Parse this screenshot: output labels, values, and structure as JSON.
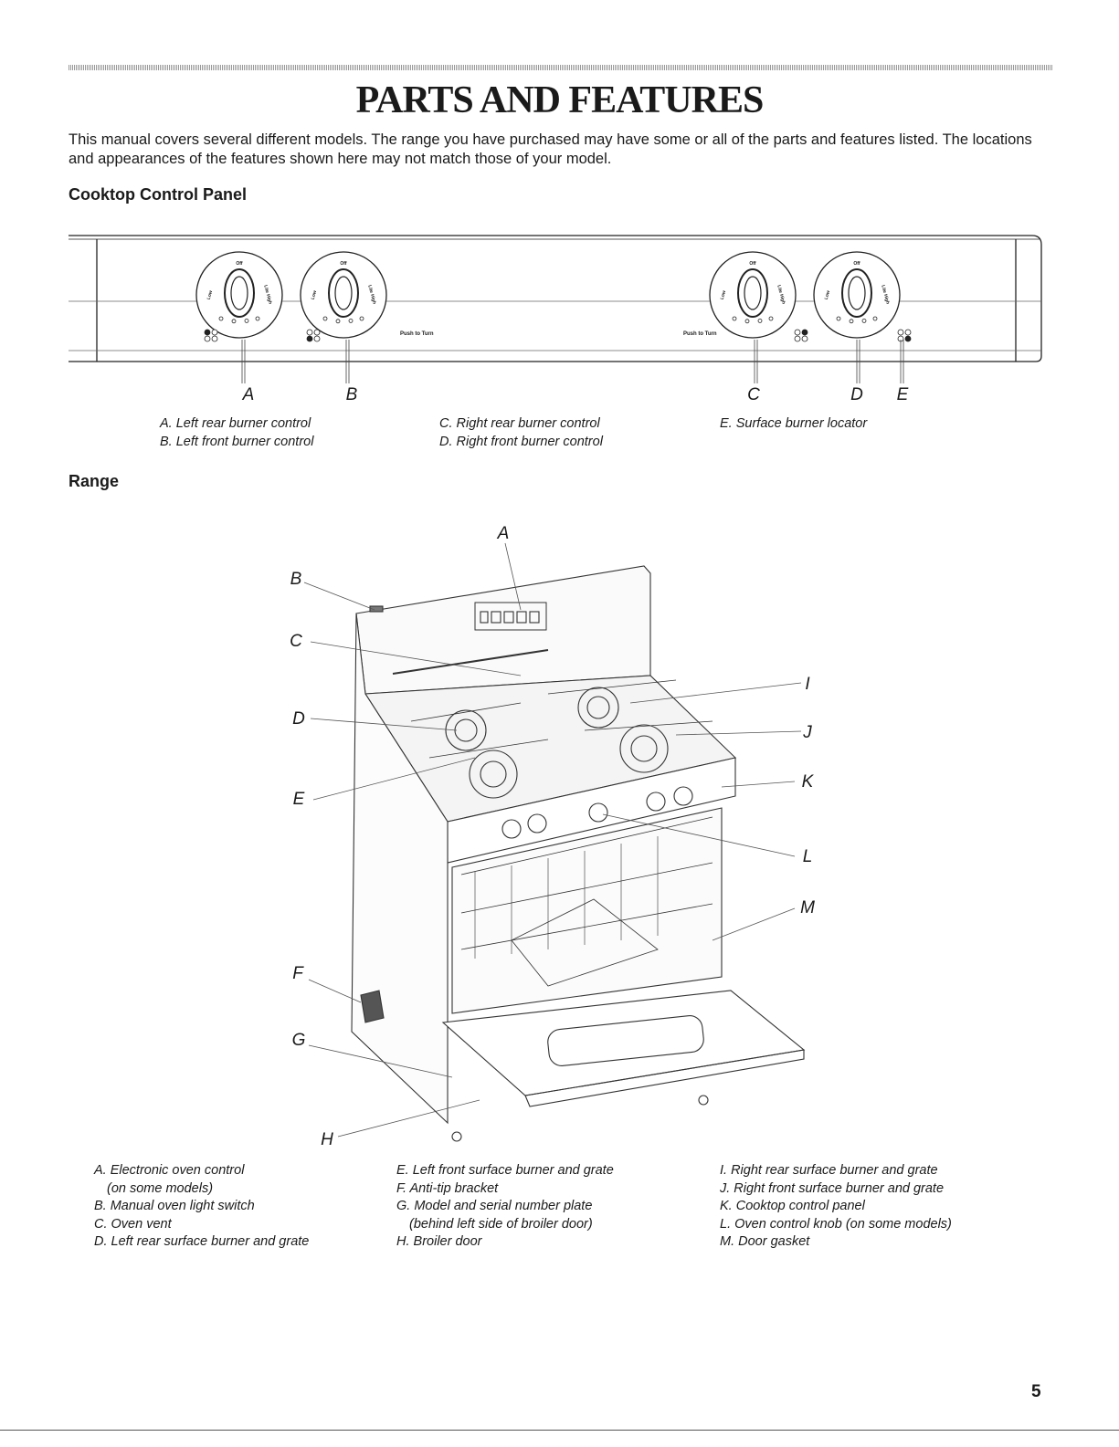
{
  "title": "PARTS AND FEATURES",
  "intro": "This manual covers several different models. The range you have purchased may have some or all of the parts and features listed. The locations and appearances of the features shown here may not match those of your model.",
  "cooktop": {
    "heading": "Cooktop Control Panel",
    "knob_text": {
      "off": "Off",
      "low": "Low",
      "lite": "Lite",
      "high": "High"
    },
    "push_to_turn": "Push to Turn",
    "letters": [
      "A",
      "B",
      "C",
      "D",
      "E"
    ],
    "captions": [
      [
        "A. Left rear burner control",
        "B. Left front burner control"
      ],
      [
        "C. Right rear burner control",
        "D. Right front burner control"
      ],
      [
        "E. Surface burner locator"
      ]
    ]
  },
  "range": {
    "heading": "Range",
    "letters": [
      "A",
      "B",
      "C",
      "D",
      "E",
      "F",
      "G",
      "H",
      "I",
      "J",
      "K",
      "L",
      "M"
    ],
    "captions": [
      [
        {
          "text": "A. Electronic oven control",
          "indent": false
        },
        {
          "text": "(on some models)",
          "indent": true
        },
        {
          "text": "B. Manual oven light switch",
          "indent": false
        },
        {
          "text": "C. Oven vent",
          "indent": false
        },
        {
          "text": "D. Left rear surface burner and grate",
          "indent": false
        }
      ],
      [
        {
          "text": "E. Left front surface burner and grate",
          "indent": false
        },
        {
          "text": "F. Anti-tip bracket",
          "indent": false
        },
        {
          "text": "G. Model and serial number plate",
          "indent": false
        },
        {
          "text": "(behind left side of broiler door)",
          "indent": true
        },
        {
          "text": "H. Broiler door",
          "indent": false
        }
      ],
      [
        {
          "text": "I. Right rear surface burner and grate",
          "indent": false
        },
        {
          "text": "J. Right front surface burner and grate",
          "indent": false
        },
        {
          "text": "K. Cooktop control panel",
          "indent": false
        },
        {
          "text": "L. Oven control knob (on some models)",
          "indent": false
        },
        {
          "text": "M. Door gasket",
          "indent": false
        }
      ]
    ]
  },
  "page_number": "5"
}
